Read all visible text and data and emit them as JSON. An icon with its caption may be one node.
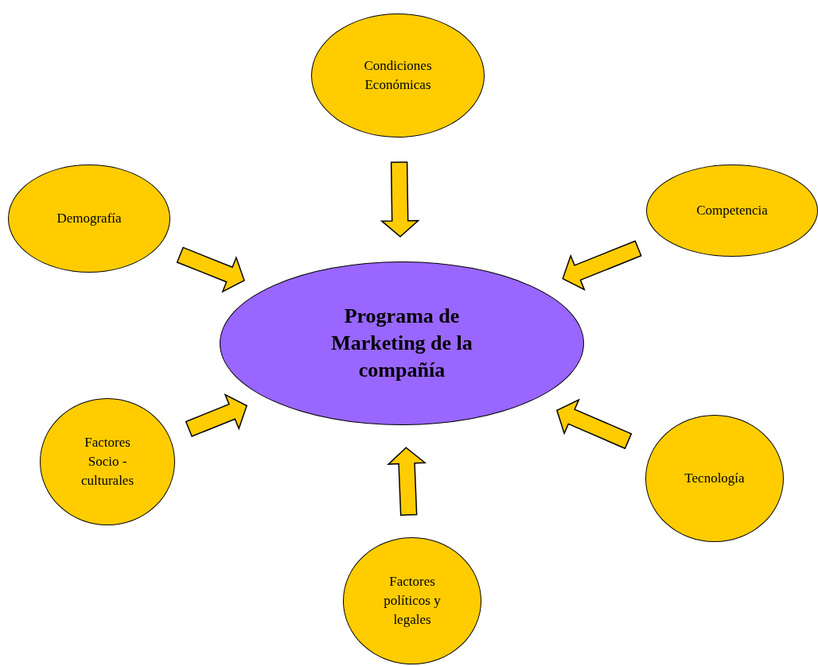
{
  "diagram": {
    "nodes": [
      {
        "text": [
          "Programa de Marketing de la compañía"
        ]
      },
      {
        "text": [
          "Condiciones Económicas"
        ]
      },
      {
        "text": [
          "Demografía"
        ]
      },
      {
        "text": [
          "Competencia"
        ]
      },
      {
        "text": [
          "Factores Socio - culturales"
        ]
      },
      {
        "text": [
          "Tecnología"
        ]
      },
      {
        "text": [
          "Factores políticos y legales"
        ]
      }
    ],
    "edges": [
      {
        "from": 1,
        "to": 0,
        "arrow": "to"
      },
      {
        "from": 2,
        "to": 0,
        "arrow": "to"
      },
      {
        "from": 3,
        "to": 0,
        "arrow": "to"
      },
      {
        "from": 4,
        "to": 0,
        "arrow": "to"
      },
      {
        "from": 5,
        "to": 0,
        "arrow": "to"
      },
      {
        "from": 6,
        "to": 0,
        "arrow": "to"
      }
    ]
  }
}
